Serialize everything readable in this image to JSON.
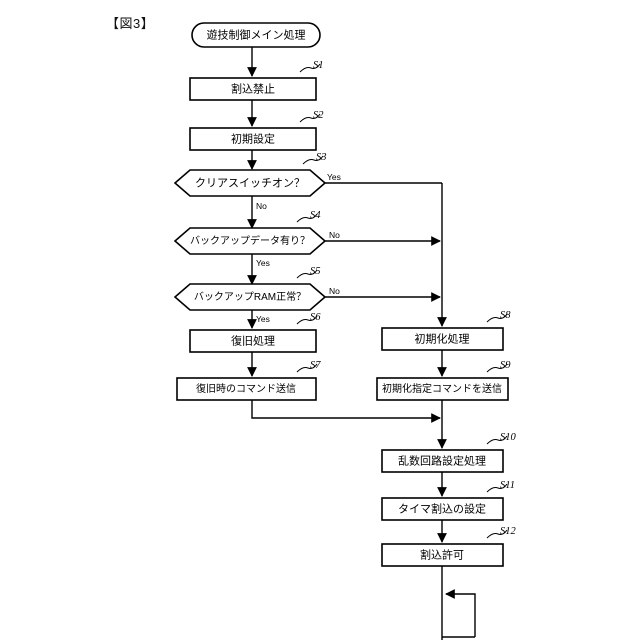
{
  "figure": {
    "label": "【図3】"
  },
  "diagram": {
    "type": "flowchart",
    "title": "遊技制御メイン処理",
    "nodes": [
      {
        "id": "start",
        "shape": "terminator",
        "text": "遊技制御メイン処理",
        "step": ""
      },
      {
        "id": "s1",
        "shape": "process",
        "text": "割込禁止",
        "step": "S1"
      },
      {
        "id": "s2",
        "shape": "process",
        "text": "初期設定",
        "step": "S2"
      },
      {
        "id": "s3",
        "shape": "decision",
        "text": "クリアスイッチオン？",
        "step": "S3"
      },
      {
        "id": "s4",
        "shape": "decision",
        "text": "バックアップデータ有り？",
        "step": "S4"
      },
      {
        "id": "s5",
        "shape": "decision",
        "text": "バックアップRAM正常？",
        "step": "S5"
      },
      {
        "id": "s6",
        "shape": "process",
        "text": "復旧処理",
        "step": "S6"
      },
      {
        "id": "s7",
        "shape": "process",
        "text": "復旧時のコマンド送信",
        "step": "S7"
      },
      {
        "id": "s8",
        "shape": "process",
        "text": "初期化処理",
        "step": "S8"
      },
      {
        "id": "s9",
        "shape": "process",
        "text": "初期化指定コマンドを送信",
        "step": "S9"
      },
      {
        "id": "s10",
        "shape": "process",
        "text": "乱数回路設定処理",
        "step": "S10"
      },
      {
        "id": "s11",
        "shape": "process",
        "text": "タイマ割込の設定",
        "step": "S11"
      },
      {
        "id": "s12",
        "shape": "process",
        "text": "割込許可",
        "step": "S12"
      }
    ],
    "edge_labels": {
      "s3_yes": "Yes",
      "s3_no": "No",
      "s4_no": "No",
      "s4_yes": "Yes",
      "s5_no": "No",
      "s5_yes": "Yes"
    },
    "colors": {
      "stroke": "#000000",
      "fill": "#ffffff",
      "background": "#ffffff"
    }
  }
}
